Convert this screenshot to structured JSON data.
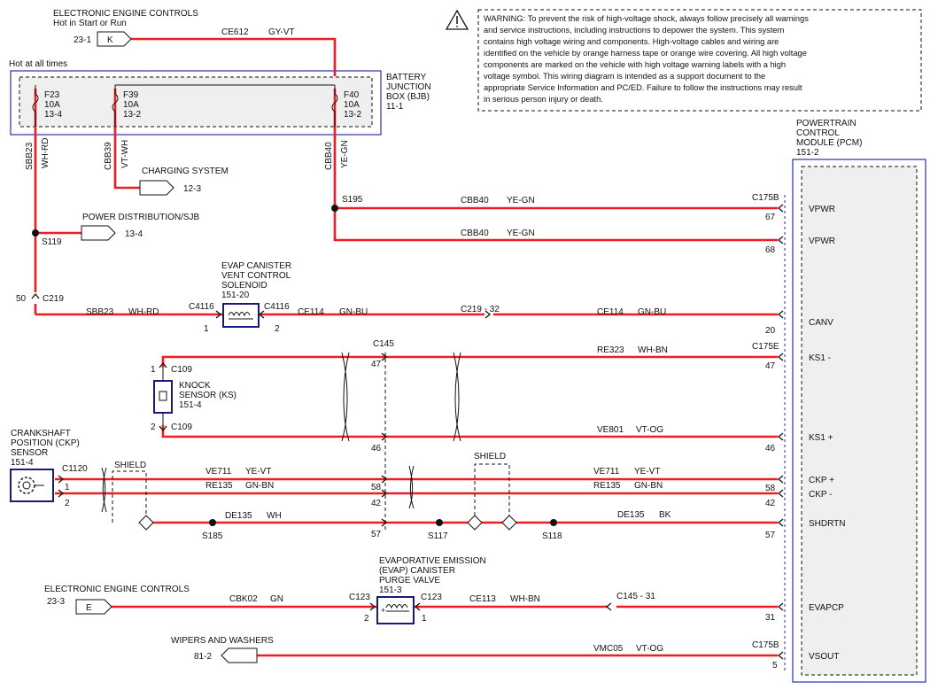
{
  "colors": {
    "wire": "#ee1c24",
    "box": "#2b2fa8",
    "ink": "#111111",
    "module_fill": "#efefef"
  },
  "top_feed": {
    "title": "ELECTRONIC ENGINE CONTROLS",
    "sub": "Hot in Start or Run",
    "ref": "23-1",
    "pin": "K",
    "circuit": "CE612",
    "color": "GY-VT"
  },
  "bjb": {
    "hot_label": "Hot at all times",
    "name": [
      "BATTERY",
      "JUNCTION",
      "BOX (BJB)",
      "11-1"
    ],
    "fuses": [
      {
        "name": "F23",
        "amp": "10A",
        "loc": "13-4",
        "circuit": "SBB23",
        "color": "WH-RD"
      },
      {
        "name": "F39",
        "amp": "10A",
        "loc": "13-2",
        "circuit": "CBB39",
        "color": "VT-WH"
      },
      {
        "name": "F40",
        "amp": "10A",
        "loc": "13-2",
        "circuit": "CBB40",
        "color": "YE-GN"
      }
    ]
  },
  "charging": {
    "label": "CHARGING SYSTEM",
    "ref": "12-3"
  },
  "power_dist": {
    "label": "POWER DISTRIBUTION/SJB",
    "ref": "13-4"
  },
  "splices": {
    "s119": "S119",
    "s195": "S195",
    "s185": "S185",
    "s117": "S117",
    "s118": "S118"
  },
  "warning": {
    "icon": "warning-triangle-icon",
    "lines": [
      "WARNING: To prevent the risk of high-voltage shock, always follow precisely all warnings",
      "and service instructions, including instructions to depower the system. This system",
      "contains high voltage wiring and components. High-voltage cables and wiring are",
      "identified on the vehicle by orange harness tape or orange wire covering. All high voltage",
      "components are marked on the vehicle with high voltage warning labels with a high",
      "voltage symbol. This wiring diagram is intended as a support document to the",
      "appropriate Service Information and PC/ED.  Failure to follow the instructions may result",
      "in serious person injury or death."
    ]
  },
  "pcm": {
    "title": [
      "POWERTRAIN",
      "CONTROL",
      "MODULE (PCM)",
      "151-2"
    ],
    "pins": [
      {
        "name": "VPWR",
        "connector": "C175B",
        "pin": "67",
        "circuit": "CBB40",
        "color": "YE-GN"
      },
      {
        "name": "VPWR",
        "connector": "",
        "pin": "68",
        "circuit": "CBB40",
        "color": "YE-GN"
      },
      {
        "name": "CANV",
        "connector": "",
        "pin": "20",
        "circuit": "CE114",
        "color": "GN-BU"
      },
      {
        "name": "KS1 -",
        "connector": "C175E",
        "pin": "47",
        "circuit": "RE323",
        "color": "WH-BN"
      },
      {
        "name": "KS1 +",
        "connector": "",
        "pin": "46",
        "circuit": "VE801",
        "color": "VT-OG"
      },
      {
        "name": "CKP +",
        "connector": "",
        "pin": "58",
        "circuit": "VE711",
        "color": "YE-VT"
      },
      {
        "name": "CKP -",
        "connector": "",
        "pin": "42",
        "circuit": "RE135",
        "color": "GN-BN"
      },
      {
        "name": "SHDRTN",
        "connector": "",
        "pin": "57",
        "circuit": "DE135",
        "color": "BK"
      },
      {
        "name": "EVAPCP",
        "connector": "",
        "pin": "31",
        "circuit": "",
        "color": ""
      },
      {
        "name": "VSOUT",
        "connector": "C175B",
        "pin": "5",
        "circuit": "VMC05",
        "color": "VT-OG"
      }
    ]
  },
  "c219": {
    "connector": "C219",
    "pin": "50",
    "inline": "C219 - 32"
  },
  "evap_vent": {
    "name": [
      "EVAP CANISTER",
      "VENT CONTROL",
      "SOLENOID",
      "151-20"
    ],
    "conn": "C4116",
    "pin1": "1",
    "pin2": "2",
    "wire_in": "SBB23",
    "wire_in_color": "WH-RD",
    "wire_out": "CE114",
    "wire_out_color": "GN-BU"
  },
  "c145": {
    "connector": "C145",
    "pin_a": "47",
    "pin_b": "46",
    "pin_c": "58",
    "pin_d": "42",
    "pin_e": "57",
    "inline": "C145 - 31"
  },
  "knock": {
    "name": [
      "KNOCK",
      "SENSOR (KS)",
      "151-4"
    ],
    "conn": "C109",
    "pin1": "1",
    "pin2": "2"
  },
  "ckp": {
    "name": [
      "CRANKSHAFT",
      "POSITION (CKP)",
      "SENSOR",
      "151-4"
    ],
    "conn": "C1120",
    "pin1": "1",
    "pin2": "2",
    "w1": "VE711",
    "w1c": "YE-VT",
    "w2": "RE135",
    "w2c": "GN-BN",
    "gnd": "DE135",
    "gndc": "WH"
  },
  "shield": "SHIELD",
  "purge": {
    "name": [
      "EVAPORATIVE EMISSION",
      "(EVAP) CANISTER",
      "PURGE VALVE",
      "151-3"
    ],
    "conn": "C123",
    "pin1": "2",
    "pin2": "1",
    "w_in": "CBK02",
    "w_in_c": "GN",
    "w_out": "CE113",
    "w_out_c": "WH-BN"
  },
  "eec2": {
    "label": "ELECTRONIC ENGINE CONTROLS",
    "ref": "23-3",
    "pin": "E"
  },
  "wipers": {
    "label": "WIPERS AND WASHERS",
    "ref": "81-2"
  }
}
